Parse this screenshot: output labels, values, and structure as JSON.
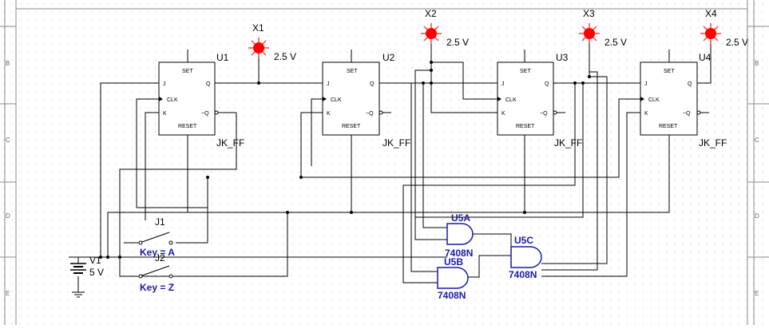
{
  "probes": [
    {
      "name": "X1",
      "voltage": "2.5 V"
    },
    {
      "name": "X2",
      "voltage": "2.5 V"
    },
    {
      "name": "X3",
      "voltage": "2.5 V"
    },
    {
      "name": "X4",
      "voltage": "2.5 V"
    }
  ],
  "flipflops": [
    {
      "ref": "U1",
      "part": "JK_FF"
    },
    {
      "ref": "U2",
      "part": "JK_FF"
    },
    {
      "ref": "U3",
      "part": "JK_FF"
    },
    {
      "ref": "U4",
      "part": "JK_FF"
    }
  ],
  "ff_pins": {
    "set": "SET",
    "reset": "RESET",
    "j": "J",
    "clk": "CLK",
    "k": "K",
    "q": "Q",
    "qbar": "~Q"
  },
  "gates": [
    {
      "ref": "U5A",
      "part": "7408N"
    },
    {
      "ref": "U5B",
      "part": "7408N"
    },
    {
      "ref": "U5C",
      "part": "7408N"
    }
  ],
  "switches": [
    {
      "ref": "J1",
      "key": "Key = A"
    },
    {
      "ref": "J2",
      "key": "Key = Z"
    }
  ],
  "source": {
    "ref": "V1",
    "value": "5 V"
  },
  "border_labels": [
    "B",
    "C",
    "D",
    "E"
  ],
  "colors": {
    "wire": "#000000",
    "probe": "#ff0000",
    "gate": "#1a1aa8",
    "grid": "#b8b8b8"
  }
}
